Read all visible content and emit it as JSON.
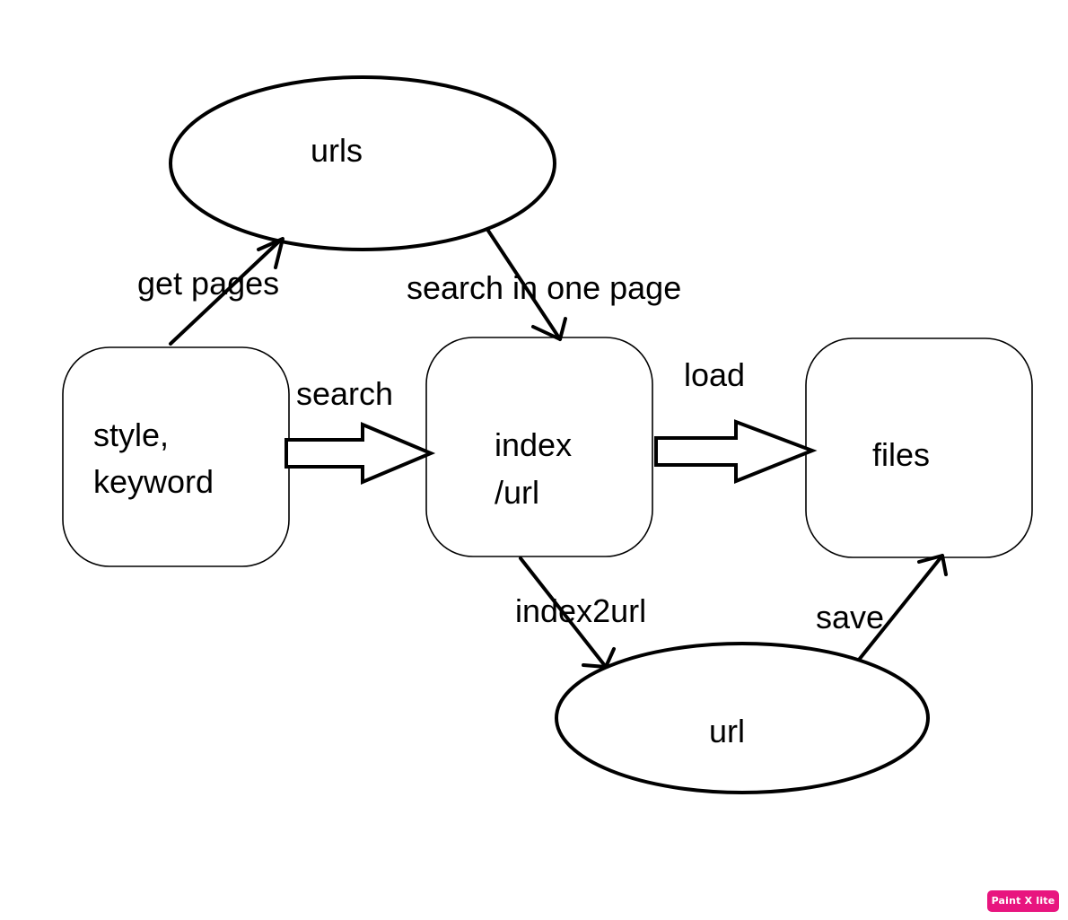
{
  "diagram": {
    "nodes": {
      "style_keyword": {
        "lines": [
          "style,",
          "keyword"
        ],
        "shape": "rounded-rectangle"
      },
      "urls": {
        "label": "urls",
        "shape": "ellipse"
      },
      "index_url": {
        "lines": [
          "index",
          "/url"
        ],
        "shape": "rounded-rectangle"
      },
      "files": {
        "label": "files",
        "shape": "rounded-rectangle"
      },
      "url": {
        "label": "url",
        "shape": "ellipse"
      }
    },
    "edges": {
      "get_pages": {
        "label": "get pages",
        "from": "style_keyword",
        "to": "urls",
        "style": "line-arrow"
      },
      "search_in_one_page": {
        "label": "search in one page",
        "from": "urls",
        "to": "index_url",
        "style": "line-arrow"
      },
      "search": {
        "label": "search",
        "from": "style_keyword",
        "to": "index_url",
        "style": "block-arrow"
      },
      "load": {
        "label": "load",
        "from": "index_url",
        "to": "files",
        "style": "block-arrow"
      },
      "index2url": {
        "label": "index2url",
        "from": "index_url",
        "to": "url",
        "style": "line-arrow"
      },
      "save": {
        "label": "save",
        "from": "url",
        "to": "files",
        "style": "line-arrow"
      }
    }
  },
  "watermark": {
    "label": "Paint X lite",
    "color": "#e8157f"
  }
}
